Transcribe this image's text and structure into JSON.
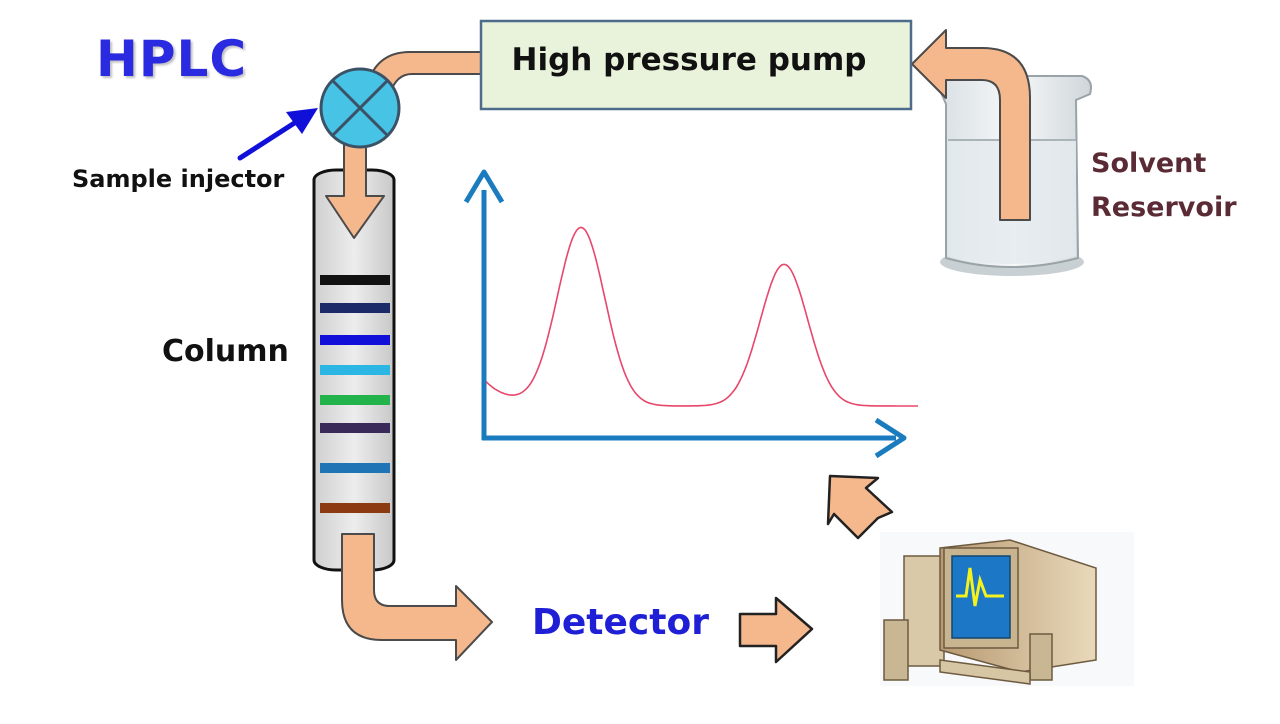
{
  "title": "HPLC",
  "components": {
    "pump": "High pressure pump",
    "injector": "Sample injector",
    "column": "Column",
    "solvent": [
      "Solvent",
      "Reservoir"
    ],
    "detector": "Detector"
  },
  "colors": {
    "title": "#2a2ae0",
    "detector_text": "#1f1fd6",
    "arrow_fill": "#f5b88c",
    "pump_box": "#e9f3dc",
    "injector": "#47c3e6",
    "axis": "#1a7bbf",
    "chromatogram": "#e8466a",
    "column_bands": [
      "#111111",
      "#1c2a6a",
      "#1010d8",
      "#2cb6e4",
      "#22b44a",
      "#3a2a5a",
      "#1f74b6",
      "#8b3a12"
    ]
  },
  "chart_data": {
    "type": "line",
    "title": "",
    "xlabel": "",
    "ylabel": "",
    "description_free": true,
    "series": [
      {
        "peaks": [
          {
            "center": 0.22,
            "height": 0.88
          },
          {
            "center": 0.69,
            "height": 0.7
          }
        ]
      }
    ]
  }
}
